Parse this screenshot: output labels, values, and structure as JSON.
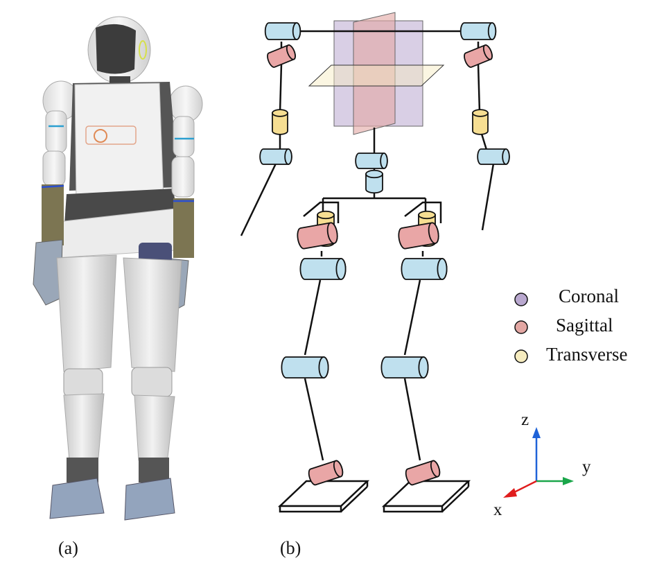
{
  "panels": {
    "a": {
      "label": "(a)"
    },
    "b": {
      "label": "(b)"
    }
  },
  "legend": {
    "items": [
      {
        "label": "Coronal",
        "color": "#b9a8cf"
      },
      {
        "label": "Sagittal",
        "color": "#e3a7a3"
      },
      {
        "label": "Transverse",
        "color": "#f6ecbf"
      }
    ]
  },
  "axes": {
    "z": {
      "label": "z",
      "color": "#1f63d8"
    },
    "y": {
      "label": "y",
      "color": "#1aa64a"
    },
    "x": {
      "label": "x",
      "color": "#e01d1d"
    }
  },
  "joint_colors": {
    "blue": "#bfe0ee",
    "pink": "#e9a6a6",
    "yellow": "#f6de92",
    "stroke": "#111111"
  },
  "robot_colors": {
    "shell": "#eeeeee",
    "dark": "#555555",
    "visor": "#3c3c3c",
    "olive": "#7c7552",
    "foot": "#93a4bd",
    "accent": "#2b4fd0"
  }
}
